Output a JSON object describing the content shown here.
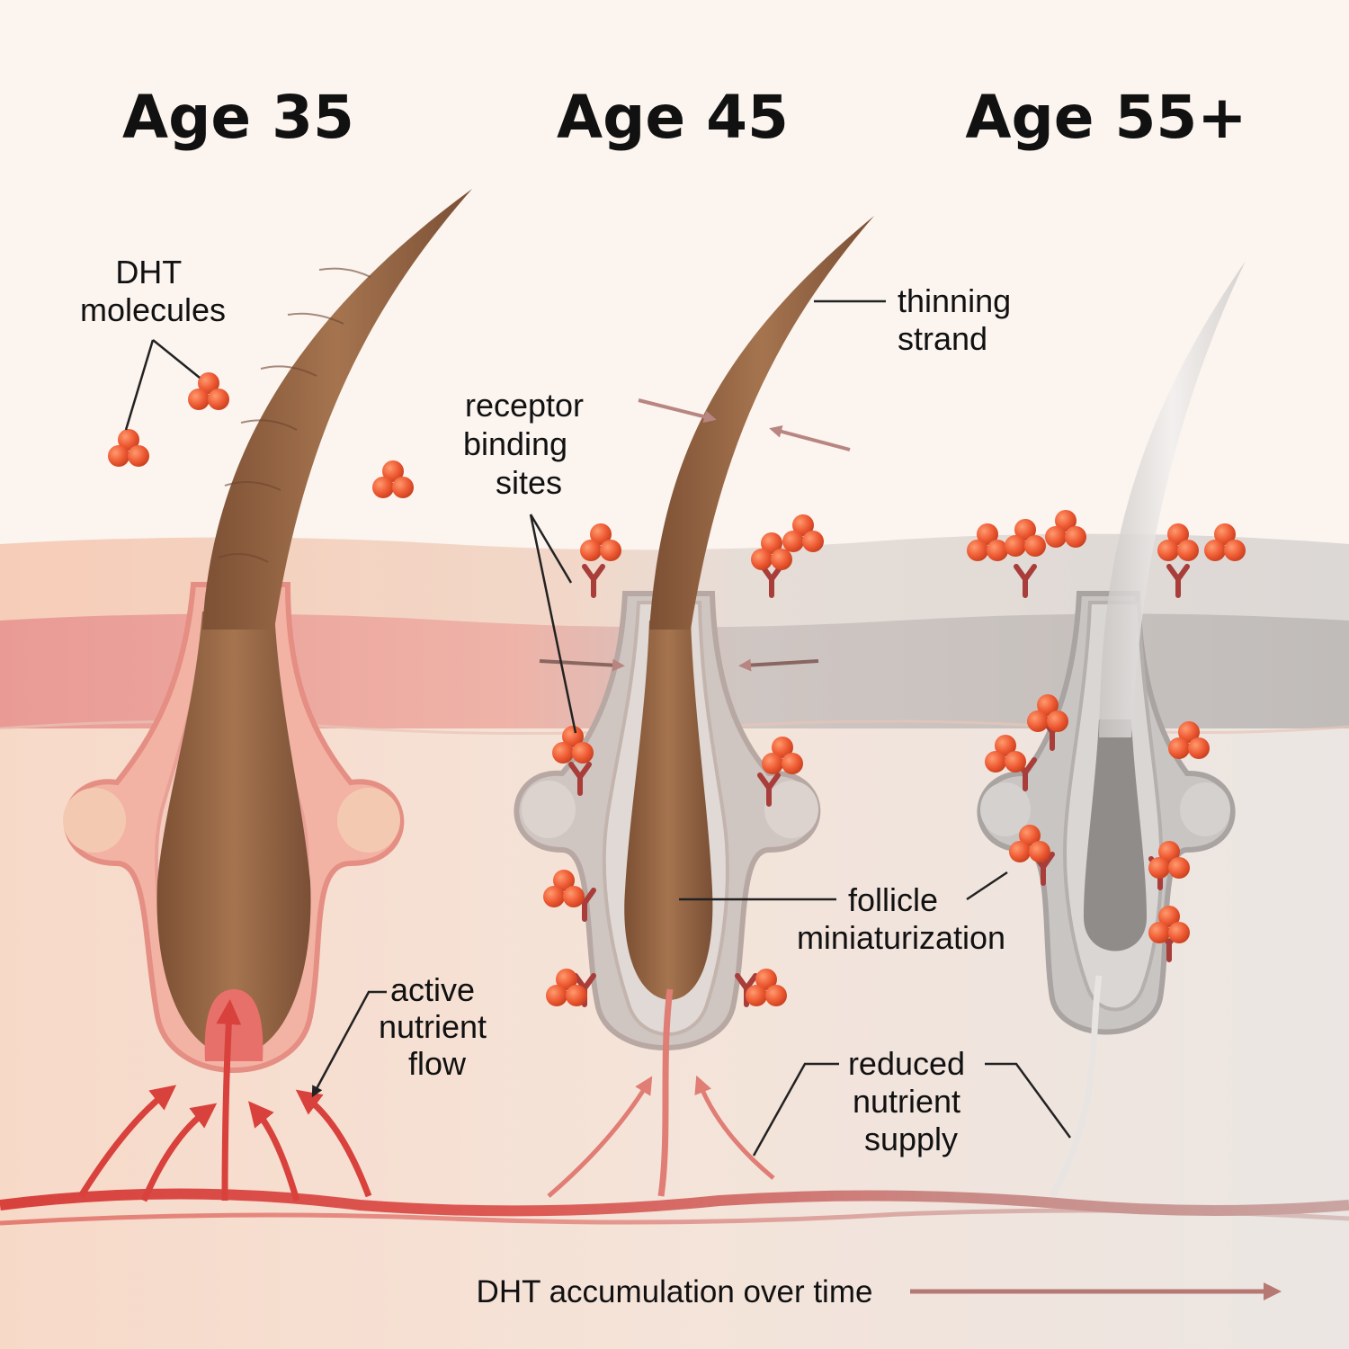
{
  "titles": {
    "age_35": "Age 35",
    "age_45": "Age 45",
    "age_55": "Age 55+"
  },
  "labels": {
    "dht_molecules": [
      "DHT",
      "molecules"
    ],
    "thinning_strand": [
      "thinning",
      "strand"
    ],
    "receptor_binding_sites": [
      "receptor",
      "binding",
      "sites"
    ],
    "follicle_miniaturization": [
      "follicle",
      "miniaturization"
    ],
    "active_nutrient_flow": [
      "active",
      "nutrient",
      "flow"
    ],
    "reduced_nutrient_supply": [
      "reduced",
      "nutrient",
      "supply"
    ]
  },
  "timeline": {
    "label": "DHT accumulation over time"
  },
  "colors": {
    "background": "#fbf4ef",
    "skin_healthy": "#f4c8b4",
    "skin_mid": "#e4dcd6",
    "skin_late": "#d6d2cf",
    "hair_brown": "#9a6a48",
    "hair_grey": "#e2e0de",
    "dht_orange": "#ee5a33",
    "receptor_red": "#a83d3a",
    "vessel_red": "#d84a44",
    "arrow_mauve": "#b88580"
  }
}
